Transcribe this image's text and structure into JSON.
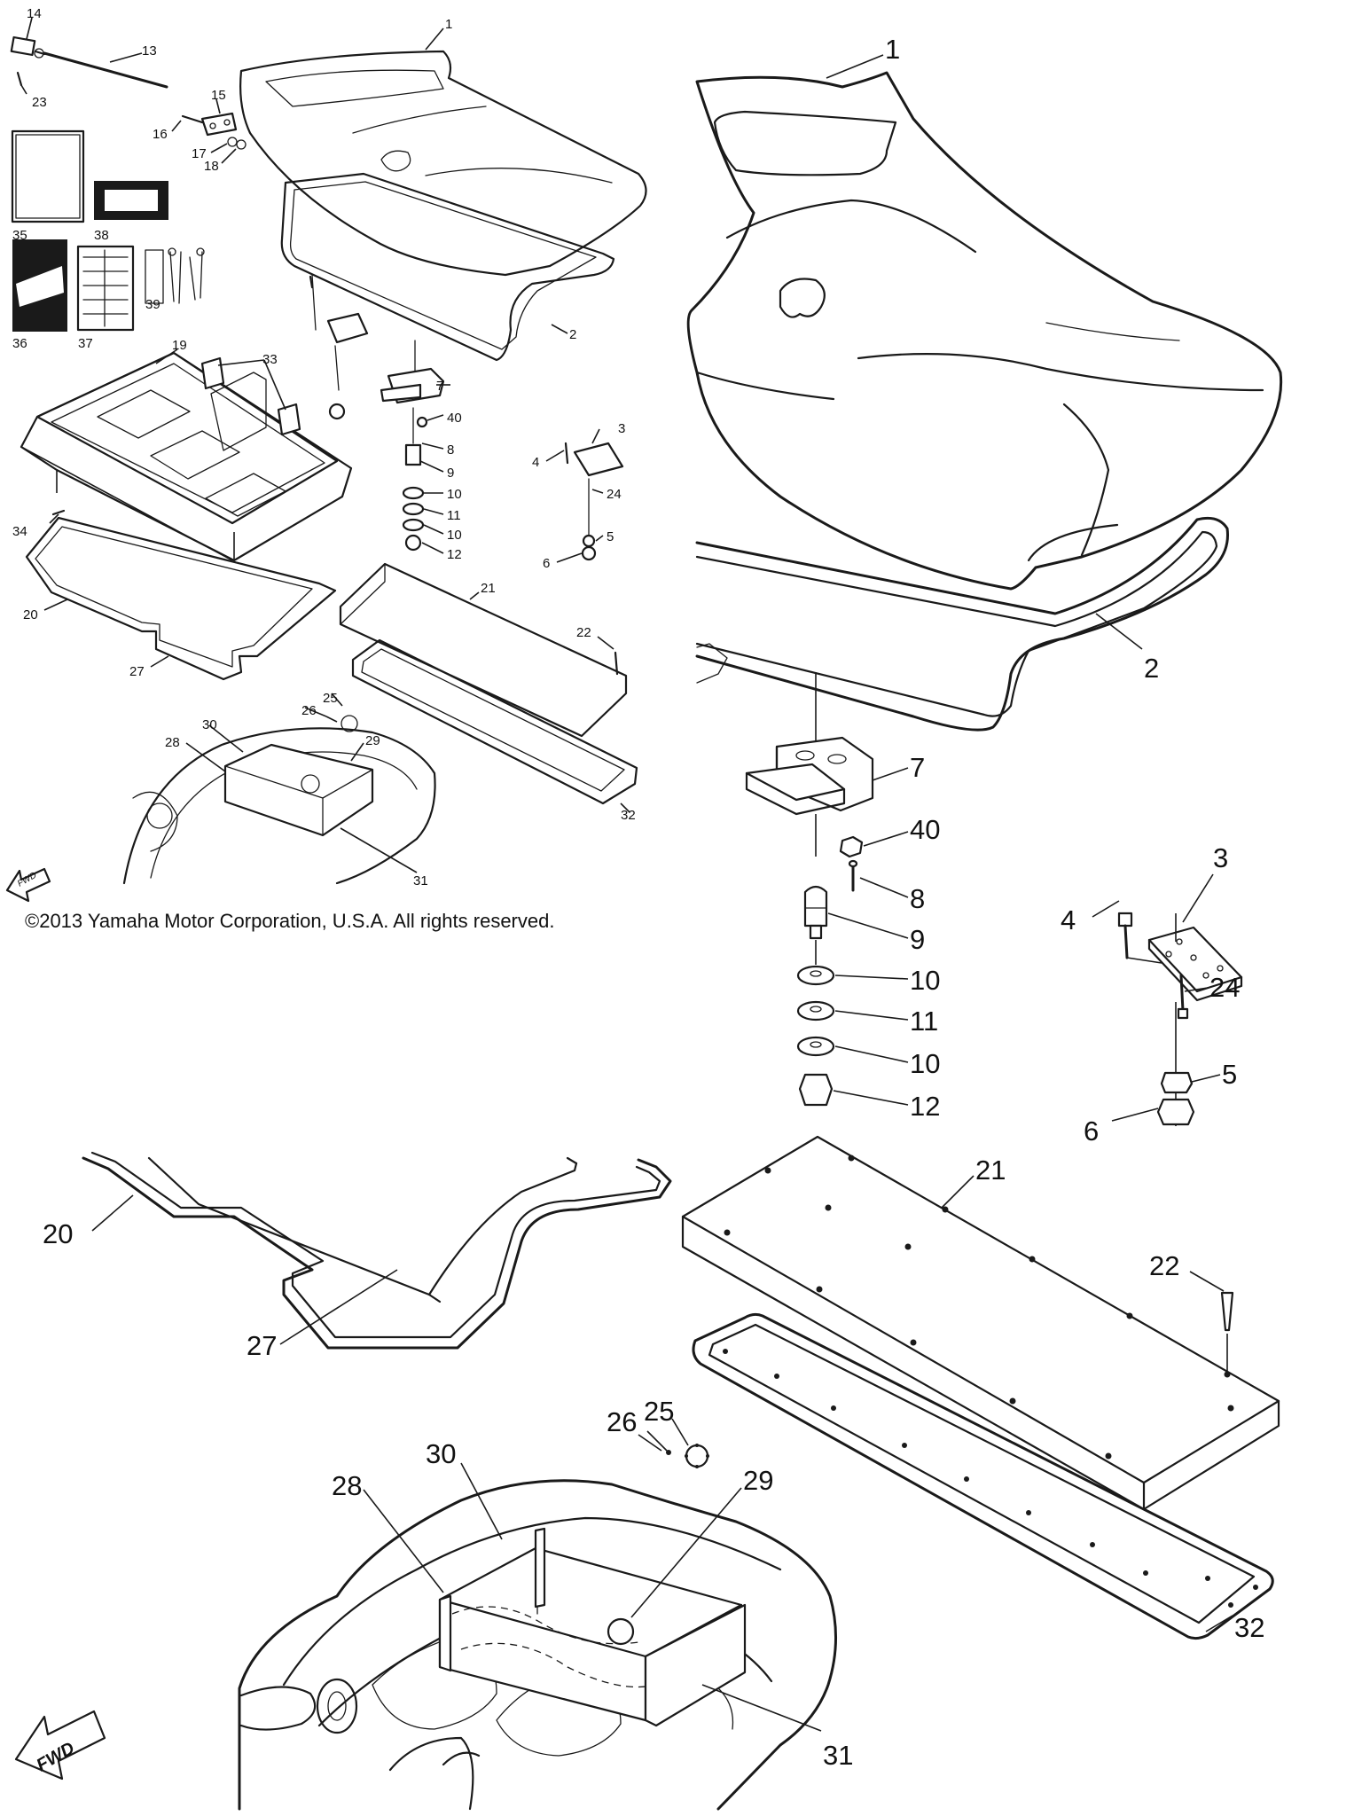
{
  "copyright": "©2013 Yamaha Motor Corporation, U.S.A. All rights reserved.",
  "fwd_label": "FWD",
  "callouts_small": {
    "c1": "1",
    "c2": "2",
    "c3": "3",
    "c4": "4",
    "c5": "5",
    "c6": "6",
    "c7": "7",
    "c8": "8",
    "c9": "9",
    "c10a": "10",
    "c10b": "10",
    "c11": "11",
    "c12": "12",
    "c13": "13",
    "c14": "14",
    "c15": "15",
    "c16": "16",
    "c17": "17",
    "c18": "18",
    "c19": "19",
    "c20": "20",
    "c21": "21",
    "c22": "22",
    "c23": "23",
    "c24": "24",
    "c25": "25",
    "c26": "26",
    "c27": "27",
    "c28": "28",
    "c29": "29",
    "c30": "30",
    "c31": "31",
    "c32": "32",
    "c33": "33",
    "c34": "34",
    "c35": "35",
    "c36": "36",
    "c37": "37",
    "c38": "38",
    "c39": "39",
    "c40": "40"
  },
  "callouts_large": {
    "c1": "1",
    "c2": "2",
    "c3": "3",
    "c4": "4",
    "c5": "5",
    "c6": "6",
    "c7": "7",
    "c8": "8",
    "c9": "9",
    "c10a": "10",
    "c10b": "10",
    "c11": "11",
    "c12": "12",
    "c20": "20",
    "c21": "21",
    "c22": "22",
    "c24": "24",
    "c25": "25",
    "c26": "26",
    "c27": "27",
    "c28": "28",
    "c29": "29",
    "c30": "30",
    "c31": "31",
    "c32": "32",
    "c40": "40"
  }
}
